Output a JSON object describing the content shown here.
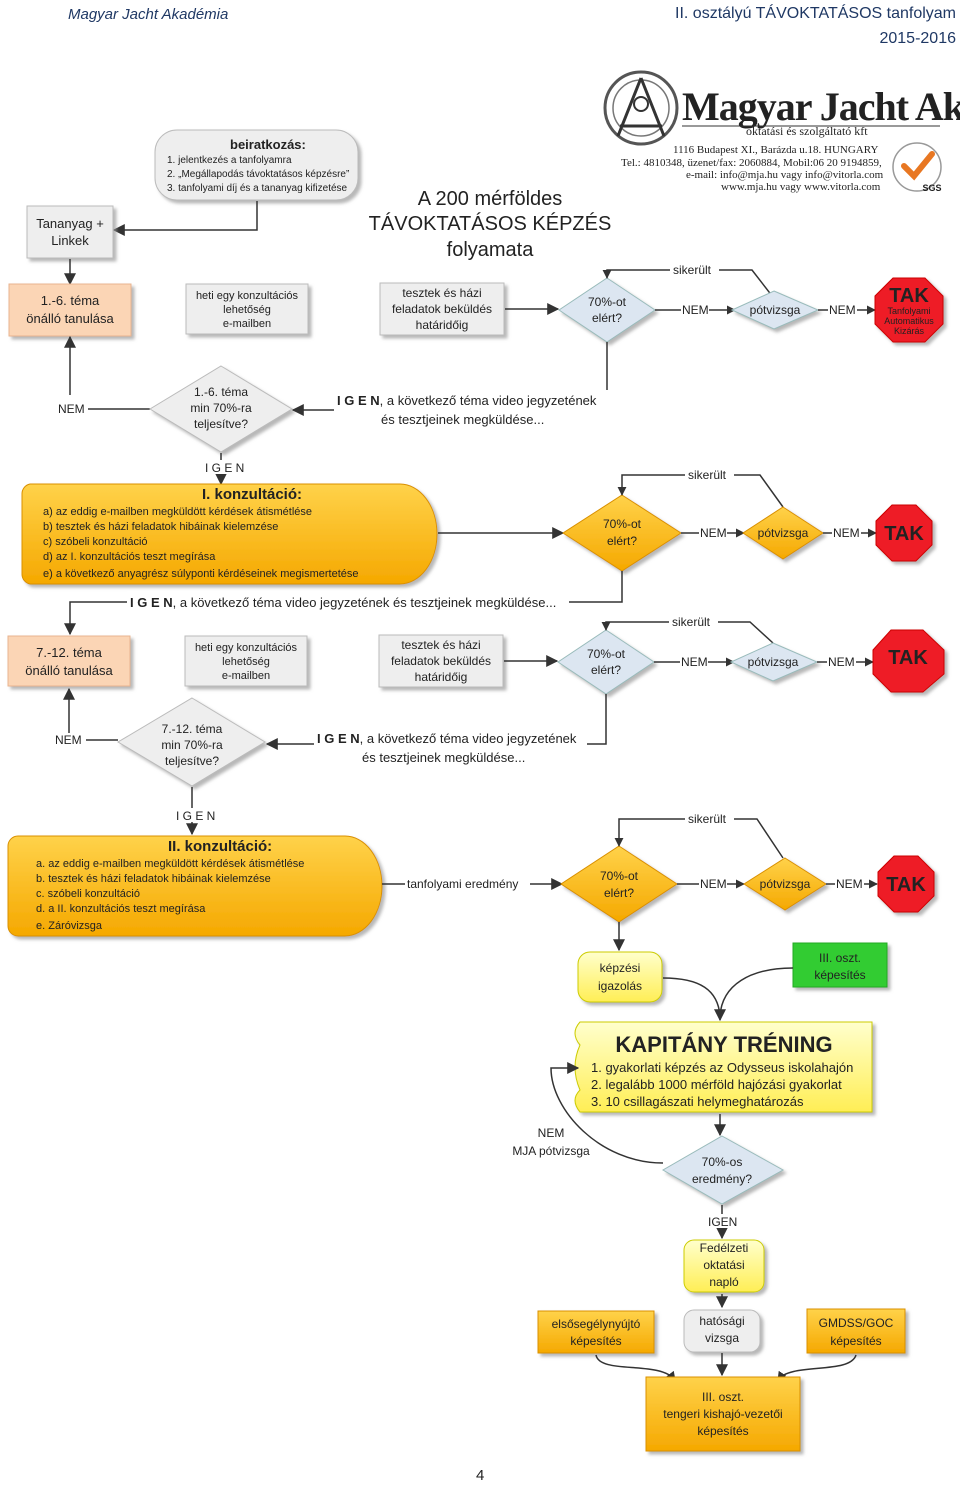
{
  "header": {
    "left": "Magyar Jacht Akadémia",
    "right_line1": "II. osztályú TÁVOKTATÁSOS tanfolyam",
    "right_line2": "2015-2016"
  },
  "logo": {
    "brand": "Magyar Jacht Akadémia",
    "sub": "oktatási és szolgáltató kft",
    "address": "1116 Budapest XI., Barázda u.18.  HUNGARY",
    "tel": "Tel.: 4810348, üzenet/fax: 2060884, Mobil:06 20 9194859,",
    "email": "e-mail: info@mja.hu vagy info@vitorla.com",
    "web": "www.mja.hu vagy www.vitorla.com",
    "cert": "SGS"
  },
  "title": [
    "A 200 mérföldes",
    "TÁVOKTATÁSOS KÉPZÉS",
    "folyamata"
  ],
  "enroll": {
    "title": "beiratkozás:",
    "items": [
      "1. jelentkezés a tanfolyamra",
      "2. „Megállapodás távoktatásos képzésre”",
      "3. tanfolyami díj és a tananyag kifizetése"
    ]
  },
  "tananyag": [
    "Tananyag +",
    "Linkek"
  ],
  "s1": {
    "study": [
      "1.-6. téma",
      "önálló tanulása"
    ],
    "consult": [
      "heti egy konzultációs",
      "lehetőség",
      "e-mailben"
    ],
    "tests": [
      "tesztek és házi",
      "feladatok beküldés",
      "határidőig"
    ],
    "check": [
      "70%-ot",
      "elért?"
    ],
    "q": [
      "1.-6. téma",
      "min 70%-ra",
      "teljesítve?"
    ],
    "igen_bold": "I G E N",
    "igen_rest": ", a következő téma video jegyzetének",
    "igen_line2": "és tesztjeinek  megküldése..."
  },
  "k1": {
    "title": "I. konzultáció:",
    "items": [
      "a)  az eddig e-mailben megküldött kérdések átismétlése",
      "b)  tesztek és házi feladatok hibáinak kielemzése",
      "c)   szóbeli konzultáció",
      "d)  az I. konzultációs teszt megírása",
      "e)  a következő anyagrész súlyponti kérdéseinek megismertetése"
    ],
    "check": [
      "70%-ot",
      "elért?"
    ],
    "igen_bold": "I G E N",
    "igen_rest": ", a következő téma video jegyzetének és tesztjeinek  megküldése..."
  },
  "s2": {
    "study": [
      "7.-12. téma",
      "önálló tanulása"
    ],
    "consult": [
      "heti egy konzultációs",
      "lehetőség",
      "e-mailben"
    ],
    "tests": [
      "tesztek és házi",
      "feladatok beküldés",
      "határidőig"
    ],
    "check": [
      "70%-ot",
      "elért?"
    ],
    "q": [
      "7.-12. téma",
      "min 70%-ra",
      "teljesítve?"
    ],
    "igen_bold": "I G E N",
    "igen_rest": ", a következő téma video jegyzetének",
    "igen_line2": "és tesztjeinek  megküldése..."
  },
  "k2": {
    "title": "II. konzultáció:",
    "items": [
      "a. az eddig e-mailben megküldött kérdések átismétlése",
      "b. tesztek és házi feladatok hibáinak kielemzése",
      "c. szóbeli konzultáció",
      "d. a II. konzultációs teszt megírása",
      "e. Záróvizsga"
    ],
    "eredmeny": "tanfolyami eredmény",
    "check": [
      "70%-ot",
      "elért?"
    ]
  },
  "common": {
    "sikerult": "sikerült",
    "nem": "NEM",
    "igen": "I G E N",
    "potvizsga": "pótvizsga",
    "tak": "TAK",
    "tak_sub": [
      "Tanfolyami",
      "Automatikus",
      "Kizárás"
    ]
  },
  "final": {
    "kepzesi": [
      "képzési",
      "igazolás"
    ],
    "iii_oszt": [
      "III. oszt.",
      "képesítés"
    ],
    "kap_title": "KAPITÁNY TRÉNING",
    "kap_items": [
      "1. gyakorlati  képzés az Odysseus iskolahajón",
      "2. legalább 1000 mérföld hajózási gyakorlat",
      "3. 10 csillagászati helymeghatározás"
    ],
    "nem_mja": [
      "NEM",
      "MJA pótvizsga"
    ],
    "eredmeny": [
      "70%-os",
      "eredmény?"
    ],
    "igen": "IGEN",
    "naplo": [
      "Fedélzeti",
      "oktatási",
      "napló"
    ],
    "elsoseg": [
      "elsősegélynyújtó",
      "képesítés"
    ],
    "hatosagi": [
      "hatósági",
      "vizsga"
    ],
    "gmdss": [
      "GMDSS/GOC",
      "képesítés"
    ],
    "final_cert": [
      "III. oszt.",
      "tengeri kishajó-vezetői",
      "képesítés"
    ]
  },
  "page_number": "4",
  "colors": {
    "peach": "#fbd5b5",
    "gray": "#eeeeee",
    "blue_diamond": "#dce6f1",
    "orange": "#f7b500",
    "red": "#ee1c25",
    "yellow": "#ffff66",
    "green": "#33cc33",
    "navy": "#1f3864"
  }
}
